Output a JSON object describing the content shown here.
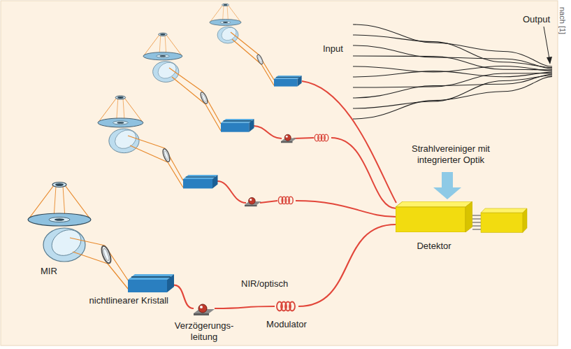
{
  "diagram": {
    "nodes": [
      {
        "text": [
          "nichtlinearer Kristall"
        ]
      },
      {
        "text": [
          "Verzögerungs- leitung"
        ]
      },
      {
        "text": [
          "Modulator"
        ]
      },
      {
        "text": [
          "Detektor"
        ]
      }
    ],
    "edges": [
      {
        "from": 0,
        "to": 1,
        "arrow": "none"
      },
      {
        "from": 1,
        "to": 2,
        "arrow": "none"
      },
      {
        "from": 2,
        "to": 3,
        "arrow": "none"
      }
    ],
    "labels": [
      "MIR",
      "NIR/optisch",
      "Input",
      "Output",
      "Strahlvereiniger mit integrierter Optik",
      "nach [1]"
    ]
  }
}
